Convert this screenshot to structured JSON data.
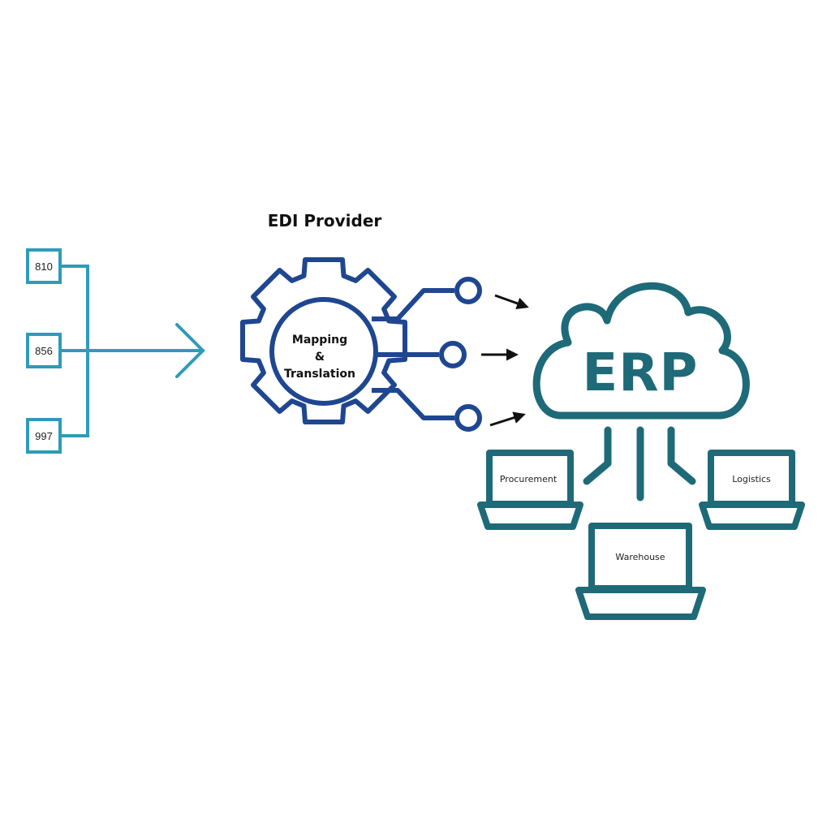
{
  "title": "EDI Provider",
  "documents": [
    {
      "label": "810"
    },
    {
      "label": "856"
    },
    {
      "label": "997"
    }
  ],
  "gear": {
    "line1": "Mapping",
    "line2": "&",
    "line3": "Translation"
  },
  "erp": {
    "label": "ERP"
  },
  "systems": [
    {
      "label": "Procurement"
    },
    {
      "label": "Warehouse"
    },
    {
      "label": "Logistics"
    }
  ],
  "colors": {
    "documents": "#2e9bb8",
    "gear": "#1f4690",
    "erp": "#1e6a78",
    "arrows": "#111111"
  }
}
